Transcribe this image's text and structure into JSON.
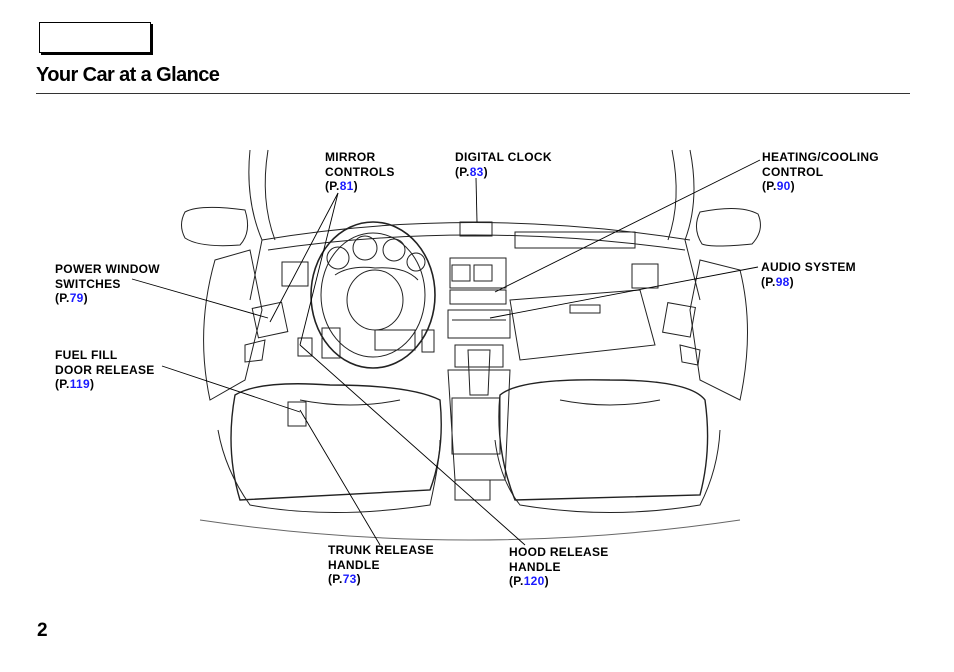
{
  "page": {
    "title": "Your Car at a Glance",
    "page_number": "2"
  },
  "callouts": {
    "mirror_controls": {
      "lines": [
        "MIRROR",
        "CONTROLS"
      ],
      "ref_prefix": "(P.",
      "ref": "81",
      "ref_suffix": ")"
    },
    "digital_clock": {
      "lines": [
        "DIGITAL CLOCK"
      ],
      "ref_prefix": "(P.",
      "ref": "83",
      "ref_suffix": ")"
    },
    "heating_cooling": {
      "lines": [
        "HEATING/COOLING",
        "CONTROL"
      ],
      "ref_prefix": "(P.",
      "ref": "90",
      "ref_suffix": ")"
    },
    "power_window": {
      "lines": [
        "POWER WINDOW",
        "SWITCHES"
      ],
      "ref_prefix": "(P.",
      "ref": "79",
      "ref_suffix": ")"
    },
    "audio_system": {
      "lines": [
        "AUDIO SYSTEM"
      ],
      "ref_prefix": "(P.",
      "ref": "98",
      "ref_suffix": ")"
    },
    "fuel_fill": {
      "lines": [
        "FUEL FILL",
        "DOOR RELEASE"
      ],
      "ref_prefix": "(P.",
      "ref": "119",
      "ref_suffix": ")"
    },
    "trunk_release": {
      "lines": [
        "TRUNK RELEASE",
        "HANDLE"
      ],
      "ref_prefix": "(P.",
      "ref": "73",
      "ref_suffix": ")"
    },
    "hood_release": {
      "lines": [
        "HOOD RELEASE",
        "HANDLE"
      ],
      "ref_prefix": "(P.",
      "ref": "120",
      "ref_suffix": ")"
    }
  },
  "colors": {
    "reference_link": "#1a1aff",
    "ink": "#000000"
  }
}
